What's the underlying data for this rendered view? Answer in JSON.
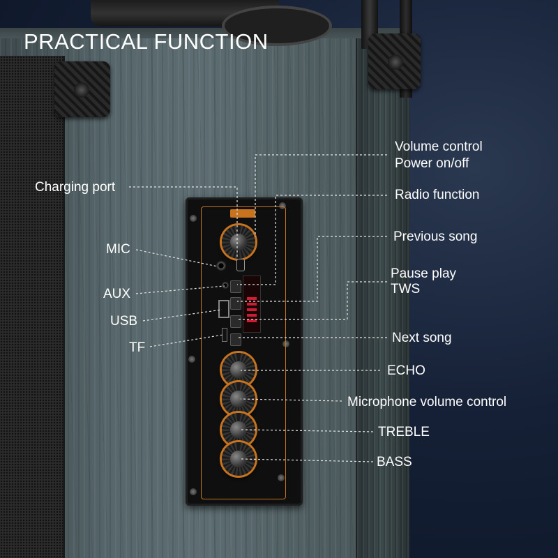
{
  "title": "PRACTICAL FUNCTION",
  "labels_left": {
    "charging_port": "Charging port",
    "mic": "MIC",
    "aux": "AUX",
    "usb": "USB",
    "tf": "TF"
  },
  "labels_right": {
    "volume_control": "Volume control",
    "power_on_off": "Power on/off",
    "radio_function": "Radio function",
    "previous_song": "Previous song",
    "pause_play": "Pause play",
    "tws": "TWS",
    "next_song": "Next song",
    "echo": "ECHO",
    "microphone_volume_control": "Microphone volume control",
    "treble": "TREBLE",
    "bass": "BASS"
  },
  "colors": {
    "accent_trim": "#c8741e",
    "label_on_dark": "#ffffff",
    "label_on_light": "#111111",
    "display_led": "#e0203a"
  }
}
